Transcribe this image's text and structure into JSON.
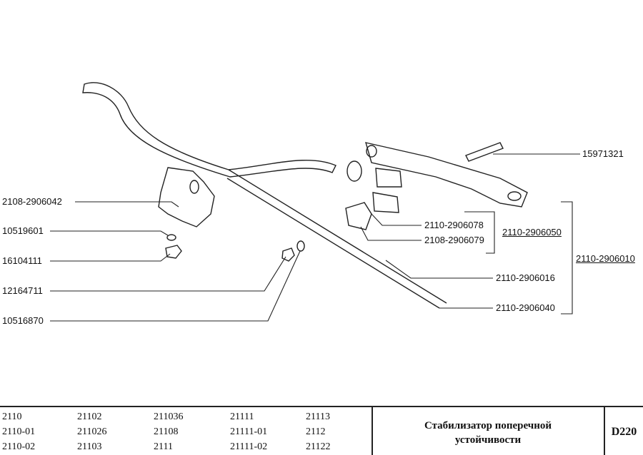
{
  "labels": {
    "l1": "2108-2906042",
    "l2": "10519601",
    "l3": "16104111",
    "l4": "12164711",
    "l5": "10516870",
    "r1": "15971321",
    "r2": "2110-2906078",
    "r3": "2108-2906079",
    "r4": "2110-2906016",
    "r5": "2110-2906040",
    "g1": "2110-2906050",
    "g2": "2110-2906010"
  },
  "models": [
    [
      "2110",
      "2110-01",
      "2110-02"
    ],
    [
      "21102",
      "211026",
      "21103"
    ],
    [
      "211036",
      "21108",
      "2111"
    ],
    [
      "21111",
      "21111-01",
      "21111-02"
    ],
    [
      "21113",
      "2112",
      "21122"
    ]
  ],
  "title_line1": "Стабилизатор поперечной",
  "title_line2": "устойчивости",
  "sheet_code": "D220"
}
